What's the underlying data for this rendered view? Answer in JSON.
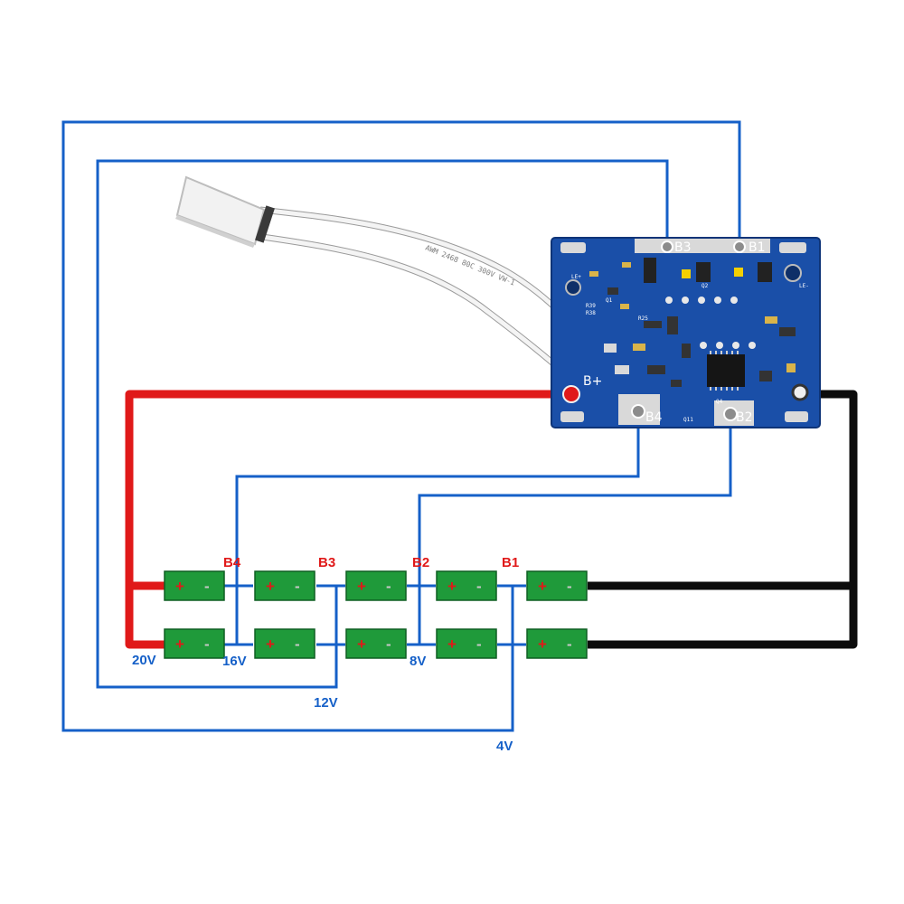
{
  "colors": {
    "sense_wire": "#1560c8",
    "positive_wire": "#e01919",
    "negative_wire": "#0c0c0c",
    "pcb": "#1a4fa8",
    "cell_body": "#1f9a3a",
    "cell_plus": "#e01919",
    "cell_minus": "#c8c8c8",
    "red_label": "#e01919",
    "blue_label": "#1560c8"
  },
  "board": {
    "b_plus": "B+",
    "b1": "B1",
    "b2": "B2",
    "b3": "B3",
    "b4": "B4",
    "silk": [
      "Q2",
      "Q1",
      "R39",
      "R38",
      "R25",
      "LE+",
      "LE-",
      "Q4",
      "Q11"
    ],
    "cable_print": "AWM 2468 80C 300V VW-1"
  },
  "cells": {
    "plus_sign": "+",
    "minus_sign": "-"
  },
  "tap_labels": [
    "B4",
    "B3",
    "B2",
    "B1"
  ],
  "voltage_labels": [
    "20V",
    "16V",
    "12V",
    "8V",
    "4V"
  ]
}
